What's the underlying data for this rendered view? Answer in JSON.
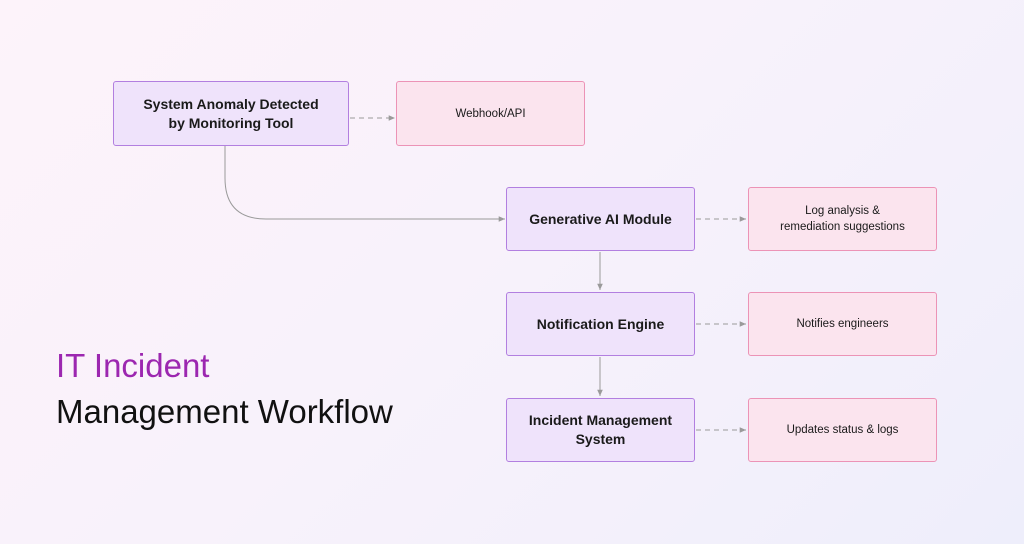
{
  "title": {
    "line1": "IT Incident",
    "line2": "Management Workflow"
  },
  "nodes": {
    "anomaly": "System Anomaly Detected\nby Monitoring Tool",
    "webhook": "Webhook/API",
    "genai": "Generative AI Module",
    "log_analysis": "Log analysis &\nremediation suggestions",
    "notification": "Notification Engine",
    "notifies": "Notifies engineers",
    "ims": "Incident Management\nSystem",
    "updates": "Updates status & logs"
  },
  "colors": {
    "primary_fill": "#efe3fb",
    "primary_border": "#b27fe0",
    "secondary_fill": "#fbe4ee",
    "secondary_border": "#ec93b6",
    "connector": "#9a9a9a",
    "title_accent": "#9c27b0"
  }
}
